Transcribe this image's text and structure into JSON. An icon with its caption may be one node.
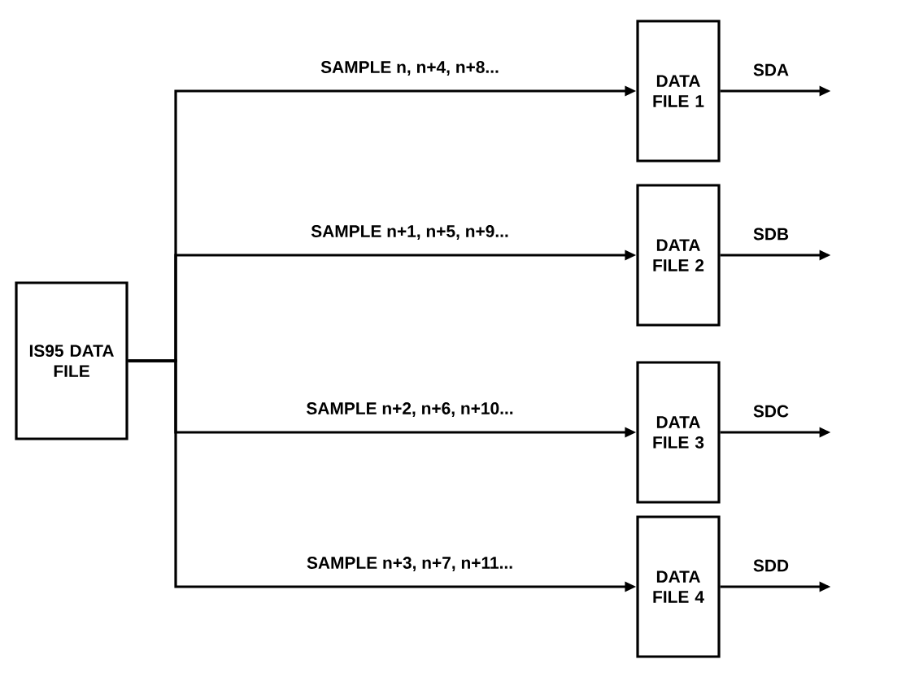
{
  "diagram": {
    "nodes": [
      {
        "text": [
          "IS95 DATA FILE"
        ]
      },
      {
        "text": [
          "DATA FILE 1"
        ]
      },
      {
        "text": [
          "DATA FILE 2"
        ]
      },
      {
        "text": [
          "DATA FILE 3"
        ]
      },
      {
        "text": [
          "DATA FILE 4"
        ]
      }
    ],
    "edges": [
      {
        "from": 0,
        "to": 1,
        "arrow": "to",
        "label": "SAMPLE n, n+4, n+8..."
      },
      {
        "from": 0,
        "to": 2,
        "arrow": "to",
        "label": "SAMPLE n+1, n+5, n+9..."
      },
      {
        "from": 0,
        "to": 3,
        "arrow": "to",
        "label": "SAMPLE n+2, n+6, n+10..."
      },
      {
        "from": 0,
        "to": 4,
        "arrow": "to",
        "label": "SAMPLE n+3, n+7, n+11..."
      },
      {
        "from": 1,
        "to": null,
        "arrow": "to",
        "label": "SDA"
      },
      {
        "from": 2,
        "to": null,
        "arrow": "to",
        "label": "SDB"
      },
      {
        "from": 3,
        "to": null,
        "arrow": "to",
        "label": "SDC"
      },
      {
        "from": 4,
        "to": null,
        "arrow": "to",
        "label": "SDD"
      }
    ]
  }
}
